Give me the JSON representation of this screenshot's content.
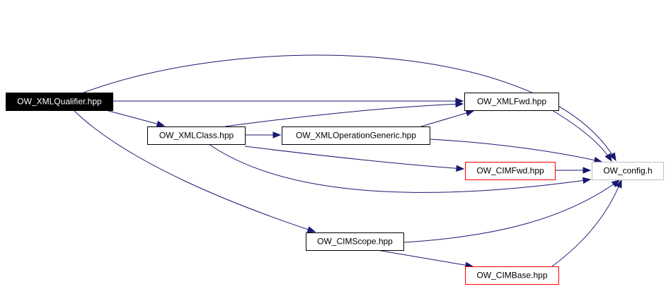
{
  "diagram": {
    "type": "include-dependency-graph",
    "colors": {
      "edge": "#191970",
      "root_fill": "#000000",
      "root_text": "#ffffff",
      "node_border": "#000000",
      "external_border": "#ff0000",
      "missing_border": "#bfbfbf"
    },
    "nodes": [
      {
        "id": "ow_xmlqualifier",
        "label": "OW_XMLQualifier.hpp",
        "kind": "root"
      },
      {
        "id": "ow_xmlfwd",
        "label": "OW_XMLFwd.hpp",
        "kind": "documented"
      },
      {
        "id": "ow_xmlclass",
        "label": "OW_XMLClass.hpp",
        "kind": "documented"
      },
      {
        "id": "ow_xmloperationgeneric",
        "label": "OW_XMLOperationGeneric.hpp",
        "kind": "documented"
      },
      {
        "id": "ow_cimfwd",
        "label": "OW_CIMFwd.hpp",
        "kind": "external"
      },
      {
        "id": "ow_config",
        "label": "OW_config.h",
        "kind": "missing"
      },
      {
        "id": "ow_cimscope",
        "label": "OW_CIMScope.hpp",
        "kind": "documented"
      },
      {
        "id": "ow_cimbase",
        "label": "OW_CIMBase.hpp",
        "kind": "external"
      }
    ],
    "edges": [
      {
        "from": "ow_xmlqualifier",
        "to": "ow_config"
      },
      {
        "from": "ow_xmlqualifier",
        "to": "ow_xmlfwd"
      },
      {
        "from": "ow_xmlqualifier",
        "to": "ow_xmlclass"
      },
      {
        "from": "ow_xmlqualifier",
        "to": "ow_cimscope"
      },
      {
        "from": "ow_xmlclass",
        "to": "ow_xmlfwd"
      },
      {
        "from": "ow_xmlclass",
        "to": "ow_xmloperationgeneric"
      },
      {
        "from": "ow_xmlclass",
        "to": "ow_cimfwd"
      },
      {
        "from": "ow_xmlclass",
        "to": "ow_config"
      },
      {
        "from": "ow_xmloperationgeneric",
        "to": "ow_xmlfwd"
      },
      {
        "from": "ow_xmloperationgeneric",
        "to": "ow_config"
      },
      {
        "from": "ow_xmlfwd",
        "to": "ow_config"
      },
      {
        "from": "ow_cimfwd",
        "to": "ow_config"
      },
      {
        "from": "ow_cimscope",
        "to": "ow_config"
      },
      {
        "from": "ow_cimscope",
        "to": "ow_cimbase"
      },
      {
        "from": "ow_cimbase",
        "to": "ow_config"
      }
    ]
  }
}
